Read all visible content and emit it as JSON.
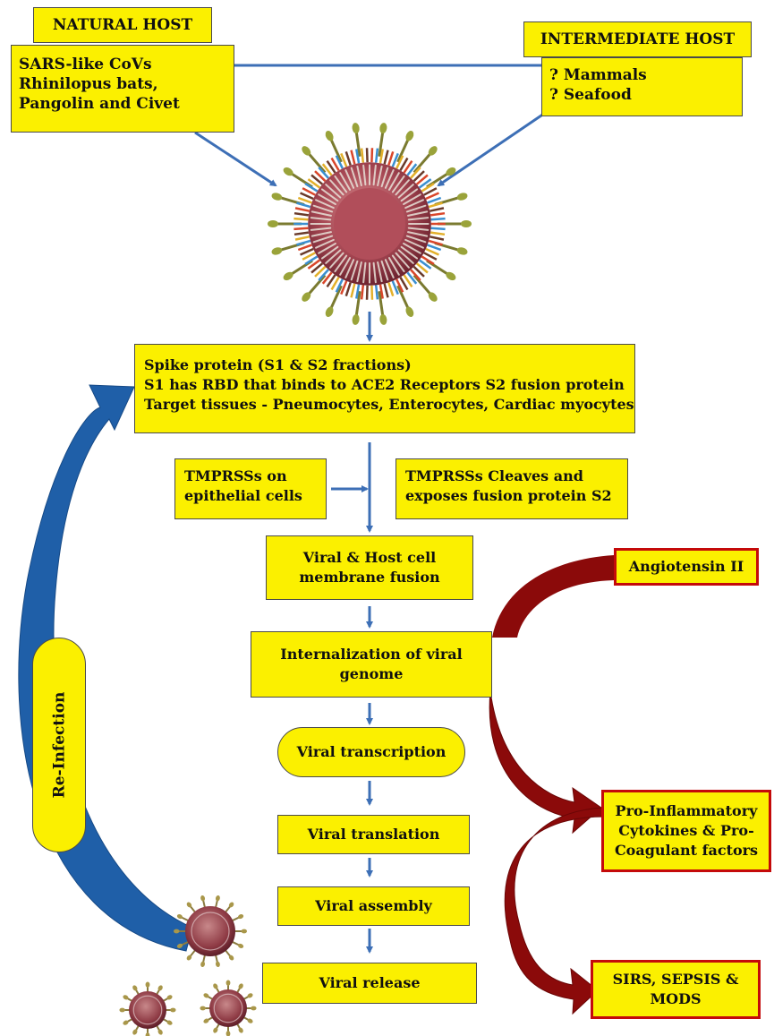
{
  "natural_host": {
    "label": "NATURAL HOST",
    "lines": [
      "SARS-like CoVs",
      "Rhinilopus bats,",
      "Pangolin  and Civet"
    ]
  },
  "intermediate_host": {
    "label": "INTERMEDIATE HOST",
    "lines": [
      "? Mammals",
      "? Seafood"
    ]
  },
  "spike": {
    "lines": [
      "Spike protein (S1 & S2 fractions)",
      "S1 has RBD that binds to ACE2 Receptors S2 fusion protein",
      "Target tissues - Pneumocytes, Enterocytes, Cardiac myocytes"
    ]
  },
  "tmprss_left": {
    "lines": [
      "TMPRSSs on",
      "epithelial cells"
    ]
  },
  "tmprss_right": {
    "lines": [
      "TMPRSSs Cleaves and",
      "exposes fusion protein S2"
    ]
  },
  "fusion": {
    "lines": [
      "Viral & Host cell",
      "membrane fusion"
    ]
  },
  "internalization": {
    "lines": [
      "Internalization of viral",
      "genome"
    ]
  },
  "transcription": {
    "label": "Viral transcription"
  },
  "translation": {
    "label": "Viral translation"
  },
  "assembly": {
    "label": "Viral assembly"
  },
  "release": {
    "label": "Viral release"
  },
  "angiotensin": {
    "label": "Angiotensin II"
  },
  "cytokines": {
    "lines": [
      "Pro-Inflammatory",
      "Cytokines & Pro-",
      "Coagulant factors"
    ]
  },
  "sirs": {
    "lines": [
      "SIRS, SEPSIS &",
      "MODS"
    ]
  },
  "reinfection": {
    "label": "Re-Infection"
  },
  "colors": {
    "box_fill": "#fbf000",
    "connector": "#3d6fb6",
    "reinfection_arrow": "#1f5fa8",
    "outcome_arrow": "#8b0a0a",
    "outcome_border": "#c40a0a",
    "virus_body": "#b0505a"
  }
}
